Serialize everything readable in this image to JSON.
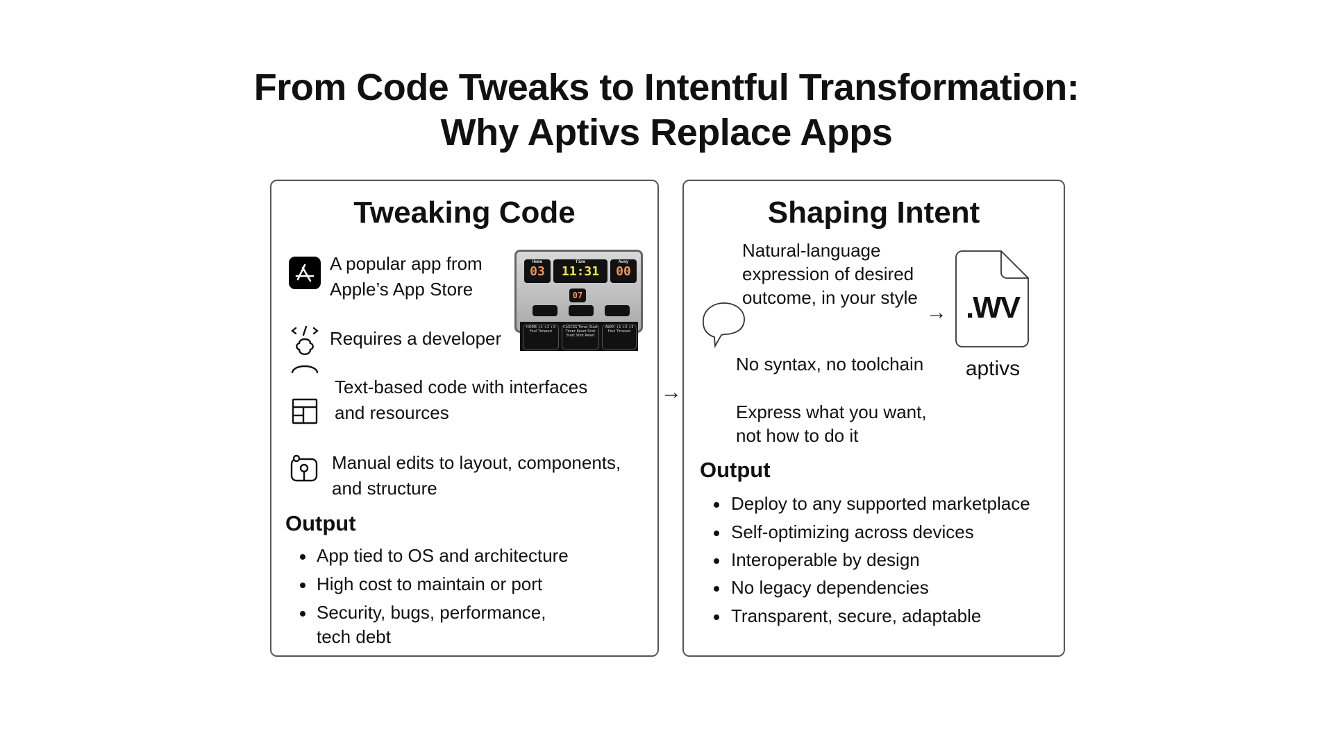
{
  "title": {
    "line1": "From Code Tweaks to Intentful Transformation:",
    "line2": "Why Aptivs Replace Apps"
  },
  "left": {
    "title": "Tweaking Code",
    "items": [
      {
        "icon": "app-store-icon",
        "lines": [
          "A popular app from",
          "Apple’s App Store"
        ]
      },
      {
        "icon": "developer-icon",
        "lines": [
          "Requires a developer"
        ]
      },
      {
        "icon": "layout-icon",
        "lines": [
          "Text-based code with interfaces",
          "and resources"
        ]
      },
      {
        "icon": "manual-edit-icon",
        "lines": [
          "Manual edits to layout, components,",
          "and structure"
        ]
      }
    ],
    "output_label": "Output",
    "output": [
      "App tied to OS and architecture",
      "High cost to maintain or port",
      "Security, bugs, performance,",
      "tech debt"
    ],
    "scoreboard": {
      "home_label": "Home",
      "home": "03",
      "time_label": "Time",
      "time": "11:31",
      "away_label": "Away",
      "away": "00",
      "shot": "07",
      "panels": [
        "HOME +1 +2 +3 Foul Timeout",
        "CLOCKS Timer Start Timer Reset Shot Start Shot Reset",
        "AWAY +1 +2 +3 Foul Timeout"
      ]
    }
  },
  "right": {
    "title": "Shaping Intent",
    "intent_lines": [
      "Natural-language",
      "expression of desired",
      "outcome, in your style"
    ],
    "no_syntax": "No syntax, no toolchain",
    "express_lines": [
      "Express what you want,",
      "not how to do it"
    ],
    "file_ext": ".WV",
    "file_label": "aptivs",
    "output_label": "Output",
    "output": [
      "Deploy to any supported marketplace",
      "Self-optimizing across devices",
      "Interoperable by design",
      "No legacy dependencies",
      "Transparent, secure, adaptable"
    ]
  },
  "arrow": "→"
}
